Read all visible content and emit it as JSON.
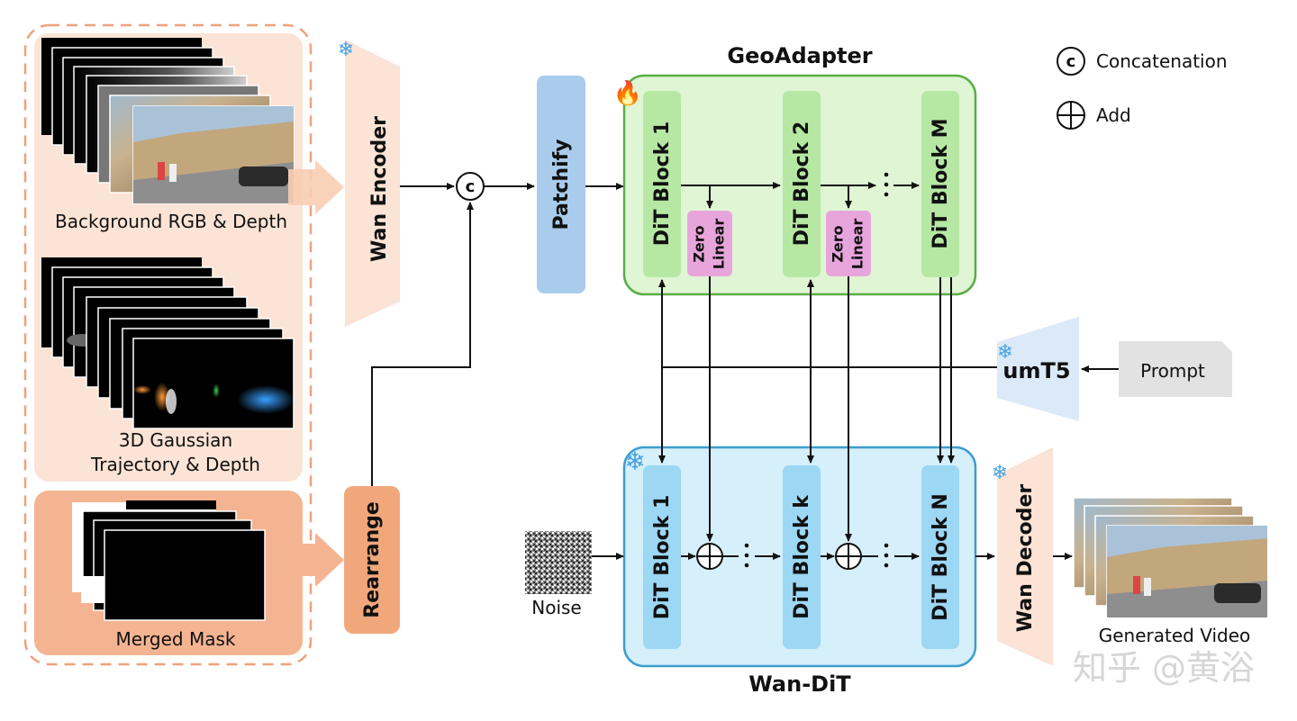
{
  "inputs": {
    "background_label": "Background RGB & Depth",
    "gaussian_label_line1": "3D Gaussian",
    "gaussian_label_line2": "Trajectory & Depth",
    "mask_label": "Merged Mask"
  },
  "encoders": {
    "wan_encoder": "Wan Encoder",
    "rearrange": "Rearrange",
    "patchify": "Patchify",
    "umt5": "umT5",
    "wan_decoder": "Wan Decoder"
  },
  "concat_symbol": "c",
  "geoadapter": {
    "title": "GeoAdapter",
    "block1": "DiT Block 1",
    "block2": "DiT Block 2",
    "blockM": "DiT Block M",
    "zero_line1": "Zero",
    "zero_line2": "Linear"
  },
  "wandit": {
    "title": "Wan-DiT",
    "block1": "DiT Block 1",
    "blockk": "DiT Block k",
    "blockN": "DiT Block N"
  },
  "noise_label": "Noise",
  "prompt_label": "Prompt",
  "output_label": "Generated Video",
  "legend": {
    "concat_label": "Concatenation",
    "concat_symbol": "c",
    "add_label": "Add"
  },
  "watermark": "知乎 @黄浴",
  "colors": {
    "peach": "#fbe3d5",
    "salmon": "#f4b492",
    "rearrange": "#f1a77c",
    "patchify": "#a9cbec",
    "geo_bg": "#dff5d3",
    "geo_border": "#5aae45",
    "dit_green": "#b6e8a4",
    "zero_pink": "#e8a5dc",
    "wan_bg": "#d5effb",
    "wan_border": "#3c9ecd",
    "dit_blue": "#9cd7f3",
    "prompt": "#e2e2e2",
    "umt5": "#dbe9f8"
  }
}
